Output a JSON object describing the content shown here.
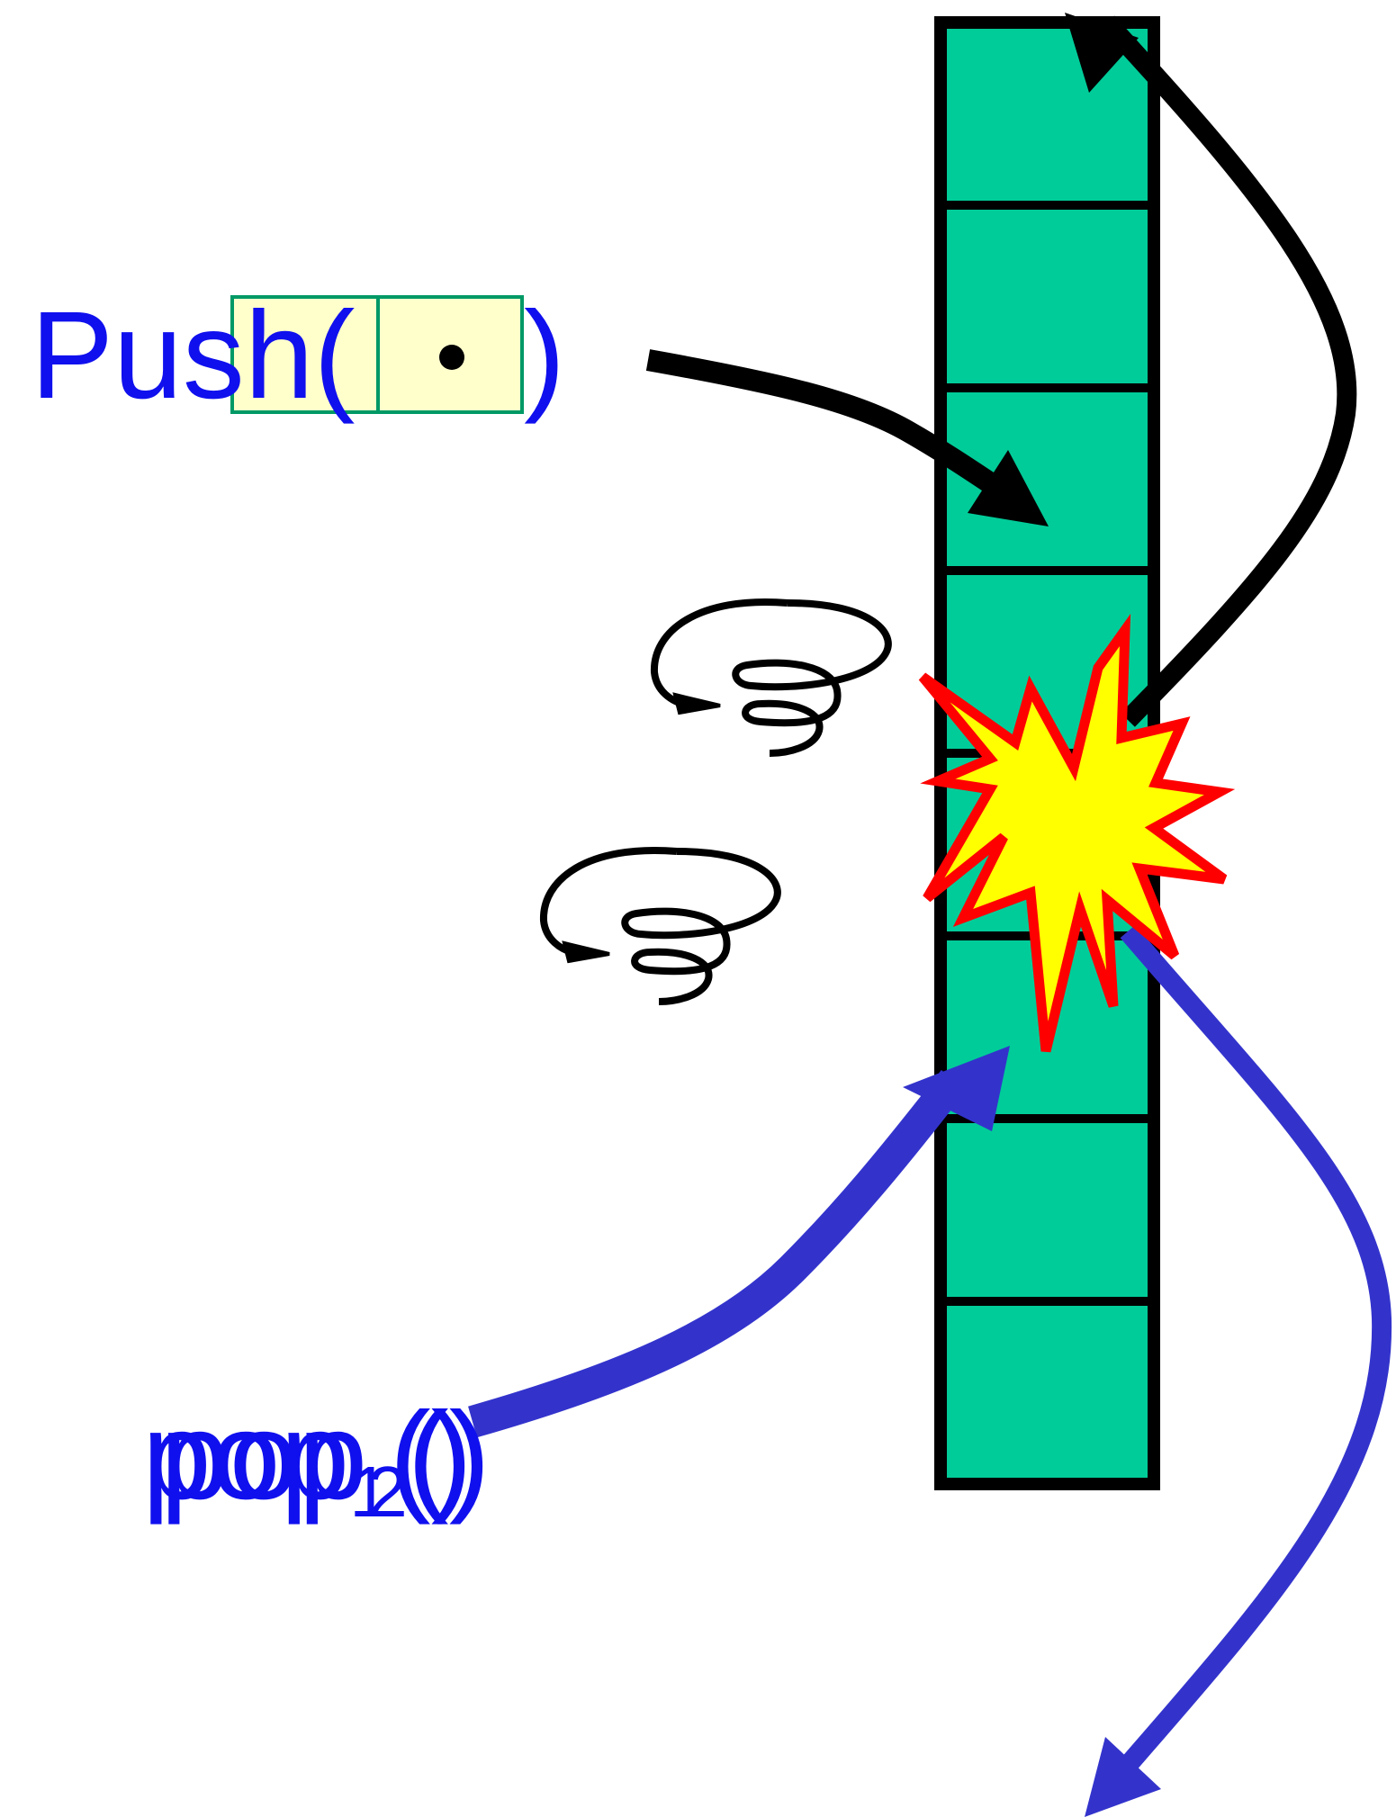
{
  "push_label": {
    "word": "Push(",
    "close": ")"
  },
  "pop_labels": [
    {
      "name": "pop",
      "sub": "1",
      "args": "()"
    },
    {
      "name": "pop",
      "sub": "2",
      "args": "()"
    }
  ],
  "colors": {
    "label_text": "#1010ee",
    "stack_fill": "#00cc99",
    "stack_border": "#000000",
    "item_fill": "#ffffcc",
    "item_border": "#009966",
    "push_arrow": "#000000",
    "pop_arrow": "#3333cc",
    "explosion_fill": "#ffff00",
    "explosion_border": "#ff0000",
    "spin_icons": "#000000"
  },
  "stack": {
    "cell_count": 8
  },
  "icons": [
    "spin-wait-icon",
    "spin-wait-icon",
    "explosion-icon",
    "bullet-dot-icon"
  ]
}
